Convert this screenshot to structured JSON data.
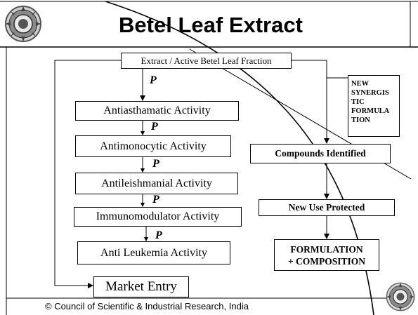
{
  "title": "Betel Leaf Extract",
  "top_box": "Extract / Active Betel Leaf Fraction",
  "p_label": "P",
  "activities": [
    "Antiasthamatic Activity",
    "Antimonocytic Activity",
    "Antileishmanial Activity",
    "Immunomodulator Activity",
    "Anti Leukemia Activity"
  ],
  "market_entry": "Market Entry",
  "synergistic_note": "NEW SYNERGIS TIC FORMULA TION",
  "compounds_identified": "Compounds Identified",
  "new_use_protected": "New Use Protected",
  "formulation_line1": "FORMULATION",
  "formulation_line2": "+ COMPOSITION",
  "footer": "© Council of Scientific & Industrial Research, India",
  "colors": {
    "line": "#000000",
    "background": "#ffffff"
  }
}
